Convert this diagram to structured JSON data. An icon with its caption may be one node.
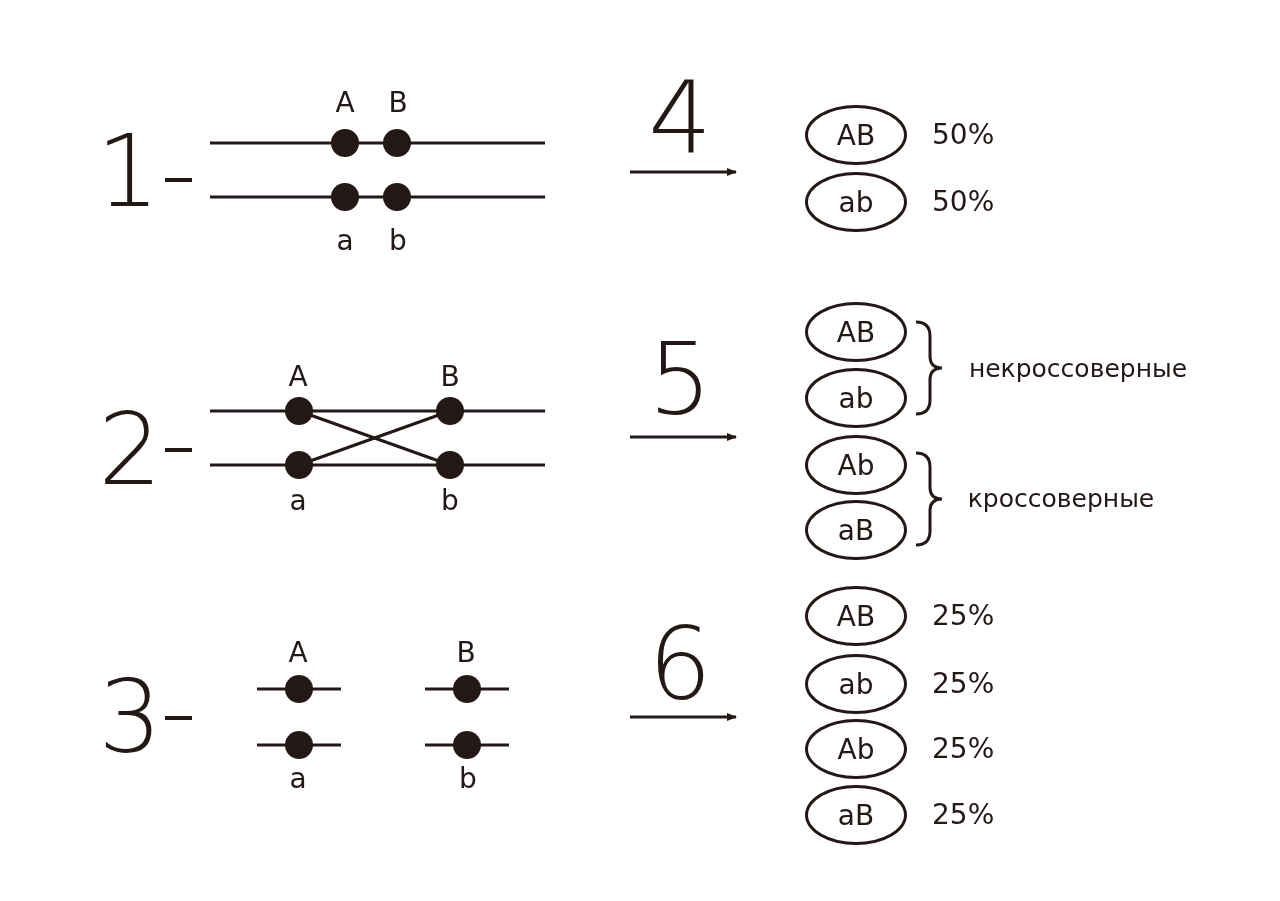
{
  "diagram": {
    "nodes": [
      {
        "text": [
          "AB"
        ],
        "beside": [
          "50%"
        ]
      },
      {
        "text": [
          "ab"
        ],
        "beside": [
          "50%"
        ]
      },
      {
        "text": [
          "AB"
        ]
      },
      {
        "text": [
          "ab"
        ]
      },
      {
        "text": [
          "Ab"
        ]
      },
      {
        "text": [
          "aB"
        ]
      },
      {
        "text": [
          "AB"
        ],
        "beside": [
          "25%"
        ]
      },
      {
        "text": [
          "ab"
        ],
        "beside": [
          "25%"
        ]
      },
      {
        "text": [
          "Ab"
        ],
        "beside": [
          "25%"
        ]
      },
      {
        "text": [
          "aB"
        ],
        "beside": [
          "25%"
        ]
      }
    ],
    "labels": [
      "1",
      "A",
      "B",
      "a",
      "b",
      "4",
      "2",
      "A",
      "B",
      "a",
      "b",
      "5",
      "некроссоверные",
      "кроссоверные",
      "3",
      "A",
      "B",
      "a",
      "b",
      "6"
    ]
  }
}
